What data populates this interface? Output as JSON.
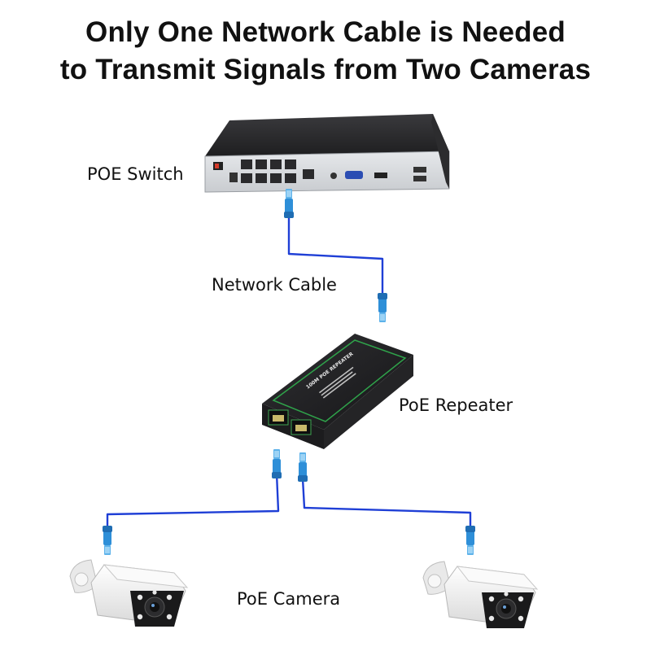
{
  "headline": {
    "line1": "Only One Network Cable is Needed",
    "line2": "to Transmit Signals from Two Cameras"
  },
  "labels": {
    "switch": "POE Switch",
    "cable": "Network Cable",
    "repeater": "PoE Repeater",
    "camera": "PoE Camera"
  },
  "repeater_case_text": "100M POE REPEATER",
  "colors": {
    "cable": "#1f3fd6",
    "connector": "#2e8fd8",
    "device_body": "#2a2a2c",
    "panel": "#d8dadd",
    "repeater_trim": "#2fa24a",
    "camera_body": "#f2f2f2"
  },
  "icons": [
    "poe-switch-icon",
    "poe-repeater-icon",
    "bullet-camera-icon",
    "rj45-connector-icon"
  ]
}
